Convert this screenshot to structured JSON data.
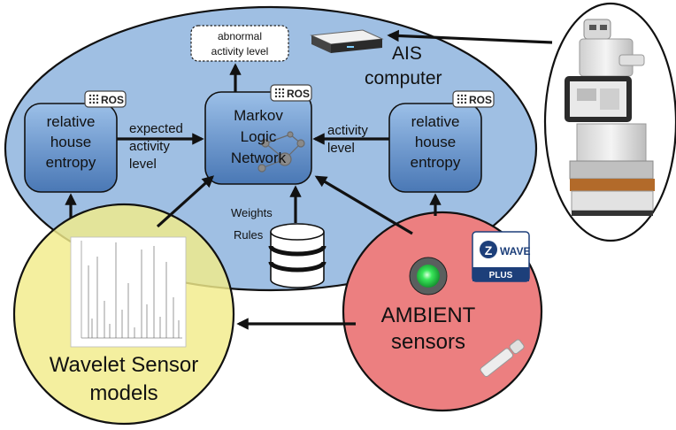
{
  "colors": {
    "ais_fill": "#9fbfe3",
    "module_fill": "#5b87c2",
    "wavelet_fill": "#f2ec8a",
    "ambient_fill": "#ec7f80",
    "led_green": "#2ee04f",
    "zwave_blue": "#1d3f7a"
  },
  "ais": {
    "computer_label_line1": "AIS",
    "computer_label_line2": "computer",
    "output_line1": "abnormal",
    "output_line2": "activity level"
  },
  "modules": {
    "left": {
      "line1": "relative",
      "line2": "house",
      "line3": "entropy"
    },
    "center": {
      "line1": "Markov",
      "line2": "Logic",
      "line3": "Network"
    },
    "right": {
      "line1": "relative",
      "line2": "house",
      "line3": "entropy"
    },
    "ros_badge": "ROS"
  },
  "edges": {
    "expected_line1": "expected",
    "expected_line2": "activity",
    "expected_line3": "level",
    "activity_line1": "activity",
    "activity_line2": "level"
  },
  "database": {
    "label_weights": "Weights",
    "label_rules": "Rules"
  },
  "wavelet": {
    "line1": "Wavelet Sensor",
    "line2": "models"
  },
  "ambient": {
    "line1": "AMBIENT",
    "line2": "sensors"
  },
  "zwave": {
    "letter": "Z",
    "word": "WAVE",
    "plus": "PLUS"
  }
}
